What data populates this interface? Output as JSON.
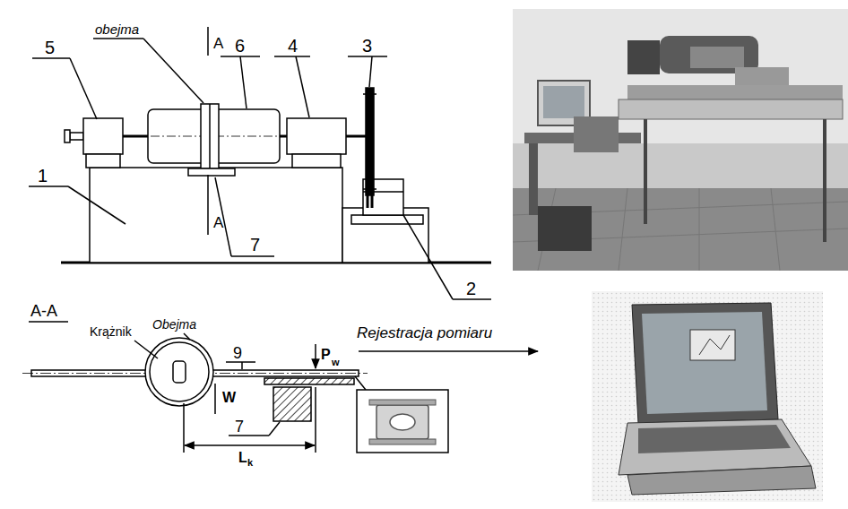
{
  "diagram": {
    "labels": [
      "5",
      "obejma",
      "A",
      "6",
      "4",
      "3",
      "1",
      "A",
      "7",
      "2",
      "A-A",
      "Krążnik",
      "Obejma",
      "Rejestracja pomiaru",
      "9",
      "P",
      "w",
      "W",
      "7",
      "L",
      "k"
    ]
  }
}
